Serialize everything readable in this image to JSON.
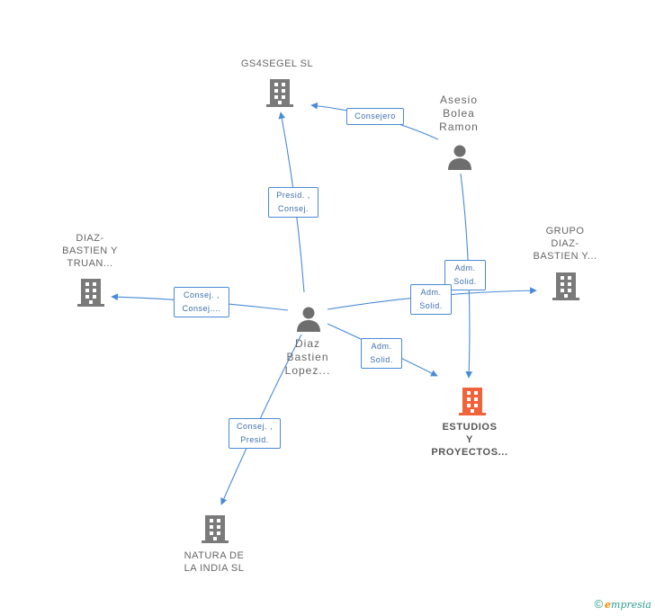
{
  "nodes": {
    "gs4segel": {
      "label_lines": [
        "GS4SEGEL SL"
      ]
    },
    "asesio": {
      "label_lines": [
        "Asesio",
        "Bolea",
        "Ramon"
      ]
    },
    "diaz_truan": {
      "label_lines": [
        "DIAZ-",
        "BASTIEN Y",
        "TRUAN..."
      ]
    },
    "grupo": {
      "label_lines": [
        "GRUPO",
        "DIAZ-",
        "BASTIEN Y..."
      ]
    },
    "diaz_person": {
      "label_lines": [
        "Diaz",
        "Bastien",
        "Lopez..."
      ]
    },
    "estudios": {
      "label_lines": [
        "ESTUDIOS",
        "Y",
        "PROYECTOS..."
      ]
    },
    "natura": {
      "label_lines": [
        "NATURA DE",
        "LA INDIA SL"
      ]
    }
  },
  "edges": {
    "consejero": {
      "lines": [
        "Consejero"
      ]
    },
    "presid_consej": {
      "lines": [
        "Presid. ,",
        "Consej."
      ]
    },
    "consej_consej": {
      "lines": [
        "Consej. ,",
        "Consej...."
      ]
    },
    "adm_solid_1": {
      "lines": [
        "Adm.",
        "Solid."
      ]
    },
    "adm_solid_2": {
      "lines": [
        "Adm.",
        "Solid."
      ]
    },
    "adm_solid_3": {
      "lines": [
        "Adm.",
        "Solid."
      ]
    },
    "consej_presid": {
      "lines": [
        "Consej. ,",
        "Presid."
      ]
    }
  },
  "footer": {
    "copyright": "©",
    "brand_e": "e",
    "brand_rest": "mpresia"
  },
  "colors": {
    "company": "#7a7a7a",
    "main_company": "#f0623a",
    "person": "#6e6e6e",
    "edge": "#4a8ad8"
  }
}
